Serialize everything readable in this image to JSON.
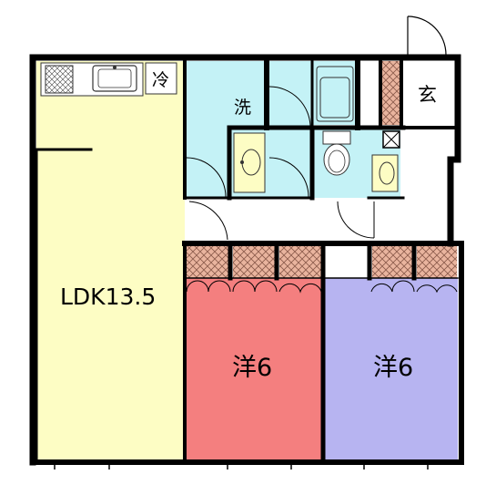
{
  "floor_plan": {
    "rooms": {
      "ldk": {
        "label": "LDK13.5",
        "color": "#fdfdc4"
      },
      "western_room_1": {
        "label": "洋6",
        "color": "#f47f7f"
      },
      "western_room_2": {
        "label": "洋6",
        "color": "#b7b4f1"
      },
      "washroom": {
        "label": "洗",
        "color": "#c4f2f6"
      },
      "entrance": {
        "label": "玄"
      },
      "refrigerator": {
        "label": "冷"
      }
    },
    "colors": {
      "wall": "#000000",
      "closet_hatch": "#e9b49e",
      "fixture": "#fdfdc4",
      "wet_area": "#c4f2f6",
      "hallway": "#ffffff"
    }
  }
}
